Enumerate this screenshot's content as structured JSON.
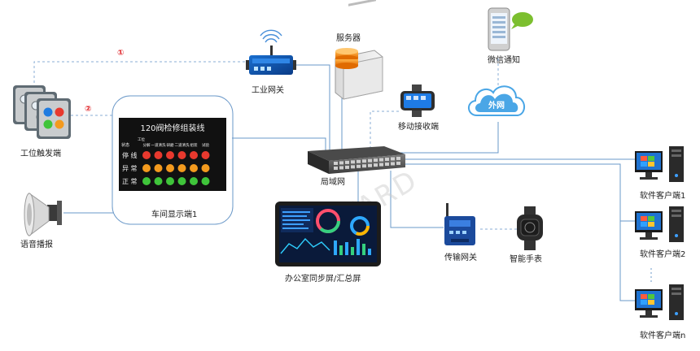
{
  "labels": {
    "server": "服务器",
    "wechat": "微信通知",
    "gateway": "工业网关",
    "mobile": "移动接收端",
    "internet": "外网",
    "station": "工位触发端",
    "workshop_display": "车间显示端1",
    "lan": "局域网",
    "speaker": "语音播报",
    "office_screen": "办公室同步屏/汇总屏",
    "transfer_gateway": "传输网关",
    "watch": "智能手表",
    "client1": "软件客户端1",
    "client2": "软件客户端2",
    "clientn": "软件客户端n"
  },
  "markers": {
    "one": "①",
    "two": "②"
  },
  "watermark": "SUNWARD",
  "board": {
    "title": "120阀检修组装线",
    "col_header_station": "工位",
    "row_header": "状态",
    "columns": [
      "分解",
      "一道清洗",
      "研磨",
      "二道清洗",
      "组装",
      "试验"
    ],
    "rows": [
      {
        "name": "停 线",
        "color": "#e8392e"
      },
      {
        "name": "异 常",
        "color": "#f39a1e"
      },
      {
        "name": "正 常",
        "color": "#3fc43a"
      }
    ]
  },
  "colors": {
    "line_solid": "#6a98c8",
    "line_dashed": "#8aaed6",
    "marker_red": "#e0262b",
    "cloud": "#4aa6e6"
  }
}
